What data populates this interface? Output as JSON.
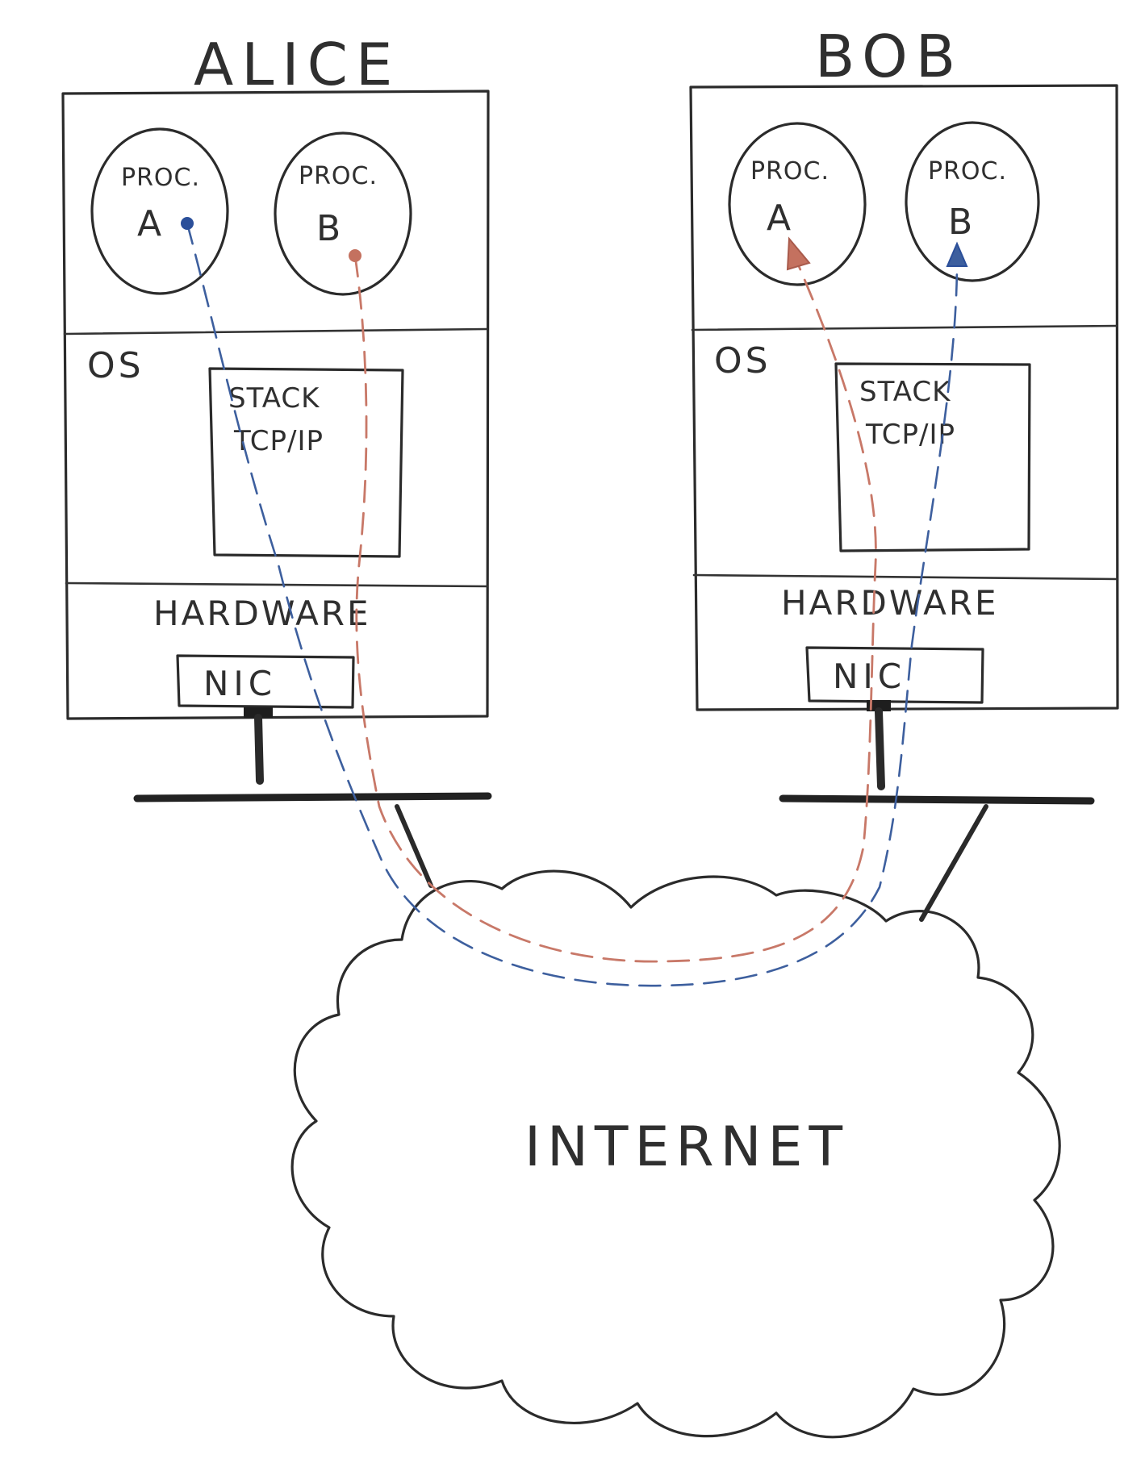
{
  "hosts": {
    "left": {
      "title": "ALICE",
      "proc_a": {
        "label": "PROC.",
        "letter": "A"
      },
      "proc_b": {
        "label": "PROC.",
        "letter": "B"
      },
      "os_label": "OS",
      "stack_line1": "STACK",
      "stack_line2": "TCP/IP",
      "hardware_label": "HARDWARE",
      "nic_label": "NIC"
    },
    "right": {
      "title": "BOB",
      "proc_a": {
        "label": "PROC.",
        "letter": "A"
      },
      "proc_b": {
        "label": "PROC.",
        "letter": "B"
      },
      "os_label": "OS",
      "stack_line1": "STACK",
      "stack_line2": "TCP/IP",
      "hardware_label": "HARDWARE",
      "nic_label": "NIC"
    }
  },
  "cloud": {
    "label": "INTERNET"
  },
  "colors": {
    "stroke": "#2b2b2b",
    "blue_path": "#3d5f9e",
    "red_path": "#c87868"
  }
}
